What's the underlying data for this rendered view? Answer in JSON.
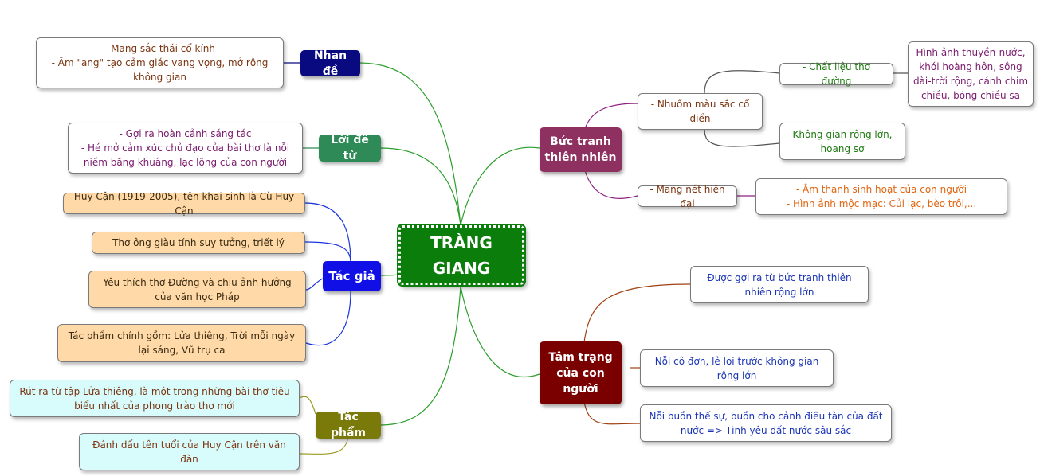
{
  "center": {
    "line1": "TRÀNG",
    "line2": "GIANG"
  },
  "nhan_de": {
    "label": "Nhan đề",
    "color": "#0a0a80",
    "detail": [
      "- Mang sắc thái cổ kính",
      "- Âm \"ang\" tạo cảm giác vang vọng, mở rộng",
      "không gian"
    ]
  },
  "loi_de_tu": {
    "label": "Lời đề từ",
    "color": "#2e8b57",
    "detail": [
      "- Gợi ra hoàn cảnh sáng tác",
      "- Hé mở cảm xúc chủ đạo của bài thơ là nỗi",
      "niềm băng khuâng, lạc lõng của con người"
    ]
  },
  "tac_gia": {
    "label": "Tác giả",
    "color": "#1010e6",
    "items": [
      [
        "Huy Cận (1919-2005), tên khai sinh là Cù Huy Cận"
      ],
      [
        "Thơ ông giàu tính suy tưởng, triết lý"
      ],
      [
        "Yêu thích thơ Đường và chịu ảnh hưởng",
        "của văn học Pháp"
      ],
      [
        "Tác phẩm chính gồm: Lửa thiêng, Trời mỗi ngày",
        "lại sáng, Vũ trụ ca"
      ]
    ]
  },
  "tac_pham": {
    "label": "Tác phẩm",
    "color": "#7a7a0a",
    "items": [
      [
        "Rút ra từ tập Lửa thiêng, là một trong những bài thơ tiêu",
        "biểu nhất của phong trào thơ mới"
      ],
      [
        "Đánh dấu tên tuổi của Huy Cận trên văn",
        "đàn"
      ]
    ]
  },
  "buc_tranh": {
    "label": [
      "Bức tranh",
      "thiên nhiên"
    ],
    "color": "#8e3060",
    "nhuom": {
      "label": [
        "- Nhuốm màu sắc cổ",
        "điển"
      ],
      "chat_lieu": "- Chất liệu thơ đường",
      "hinh_anh": [
        "Hình ảnh thuyền-nước,",
        "khói hoàng hôn, sông",
        "dài-trời rộng, cánh chim",
        "chiều, bóng chiều sa"
      ],
      "khong_gian": [
        "Không gian rộng lớn,",
        "hoang sơ"
      ]
    },
    "hien_dai": {
      "label": "- Mang nét hiện đại",
      "detail": [
        "- Âm thanh sinh hoạt của con người",
        "- Hình ảnh mộc mạc: Củi lạc, bèo trôi,..."
      ]
    }
  },
  "tam_trang": {
    "label": [
      "Tâm trạng",
      "của con",
      "người"
    ],
    "color": "#7a0000",
    "items": [
      [
        "Được gợi ra từ bức tranh thiên",
        "nhiên rộng lớn"
      ],
      [
        "Nỗi cô đơn, lẻ loi trước không gian",
        "rộng lớn"
      ],
      [
        "Nỗi buồn thế sự, buồn cho cảnh điêu tàn của đất",
        "nước => Tình yêu đất nước sâu sắc"
      ]
    ]
  }
}
